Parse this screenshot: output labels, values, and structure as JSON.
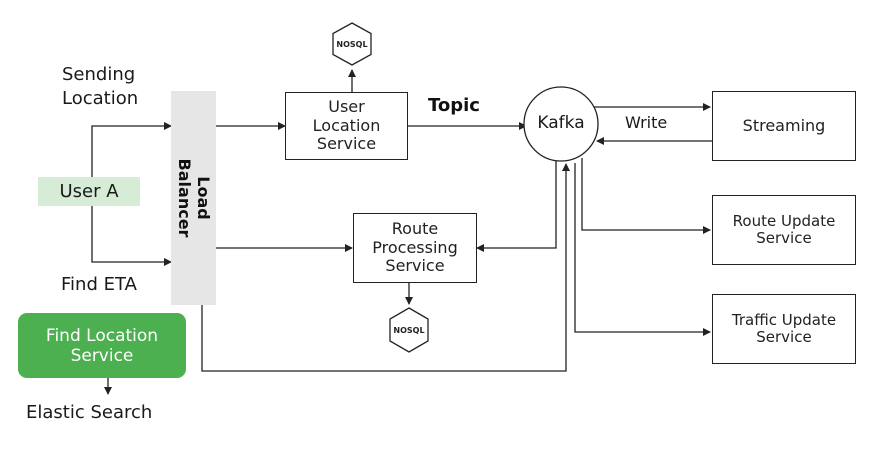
{
  "labels": {
    "sending_location": "Sending\nLocation",
    "find_eta": "Find ETA",
    "user_a": "User A",
    "topic": "Topic",
    "write": "Write",
    "elastic_search": "Elastic Search"
  },
  "nodes": {
    "load_balancer": "Load\nBalancer",
    "user_location_service": "User\nLocation\nService",
    "kafka": "Kafka",
    "streaming": "Streaming",
    "route_processing_service": "Route\nProcessing\nService",
    "route_update_service": "Route Update\nService",
    "traffic_update_service": "Traffic Update\nService",
    "find_location_service": "Find Location\nService",
    "nosql_top": "NOSQL",
    "nosql_bottom": "NOSQL"
  },
  "colors": {
    "user_a_bg": "#d6ecd7",
    "find_location_bg": "#4caf50",
    "load_balancer_bg": "#e6e6e6"
  }
}
